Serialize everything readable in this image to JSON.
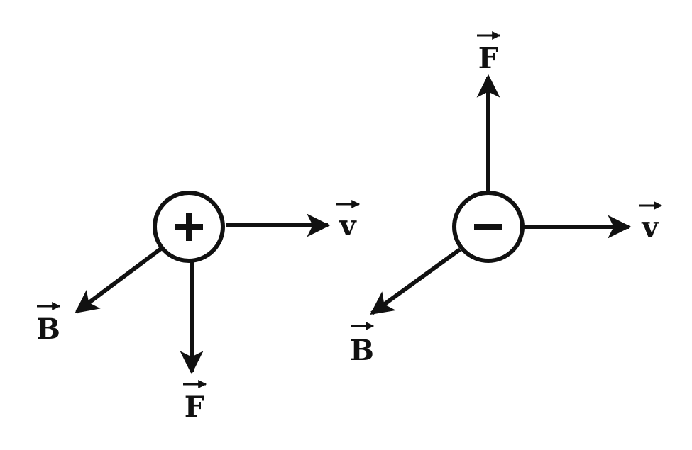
{
  "colors": {
    "ink": "#111111",
    "background": "#ffffff"
  },
  "diagrams": [
    {
      "charge_symbol": "+",
      "labels": {
        "velocity": "v",
        "field": "B",
        "force": "F"
      }
    },
    {
      "charge_symbol": "−",
      "labels": {
        "velocity": "v",
        "field": "B",
        "force": "F"
      }
    }
  ]
}
